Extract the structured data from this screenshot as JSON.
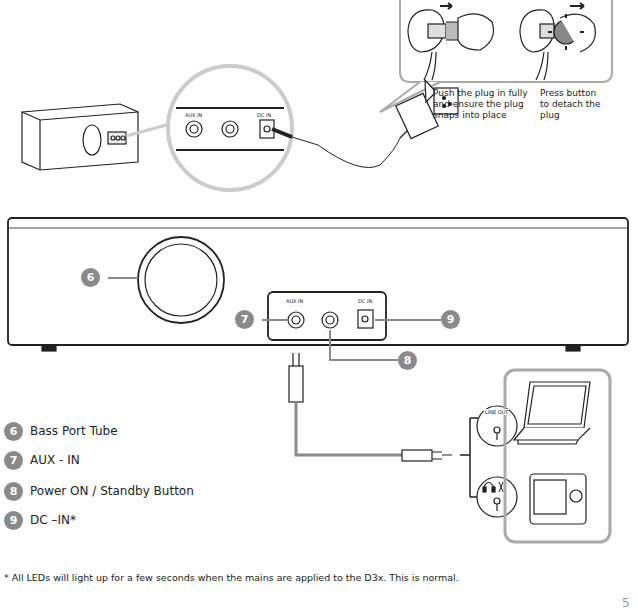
{
  "diagram": {
    "labels": [
      "Push the plug in fully and ensure the plug snaps into place",
      "Press button to detach the plug",
      "AUX IN",
      "DC IN",
      "6",
      "7",
      "9",
      "8",
      "AUX IN",
      "DC IN",
      "LINE OUT",
      "6",
      "Bass Port Tube",
      "7",
      "AUX - IN",
      "8",
      "Power ON / Standby Button",
      "9",
      "DC –IN*",
      "* All LEDs will light up for a few seconds when the mains are applied to the D3x. This is normal.",
      "5"
    ]
  }
}
